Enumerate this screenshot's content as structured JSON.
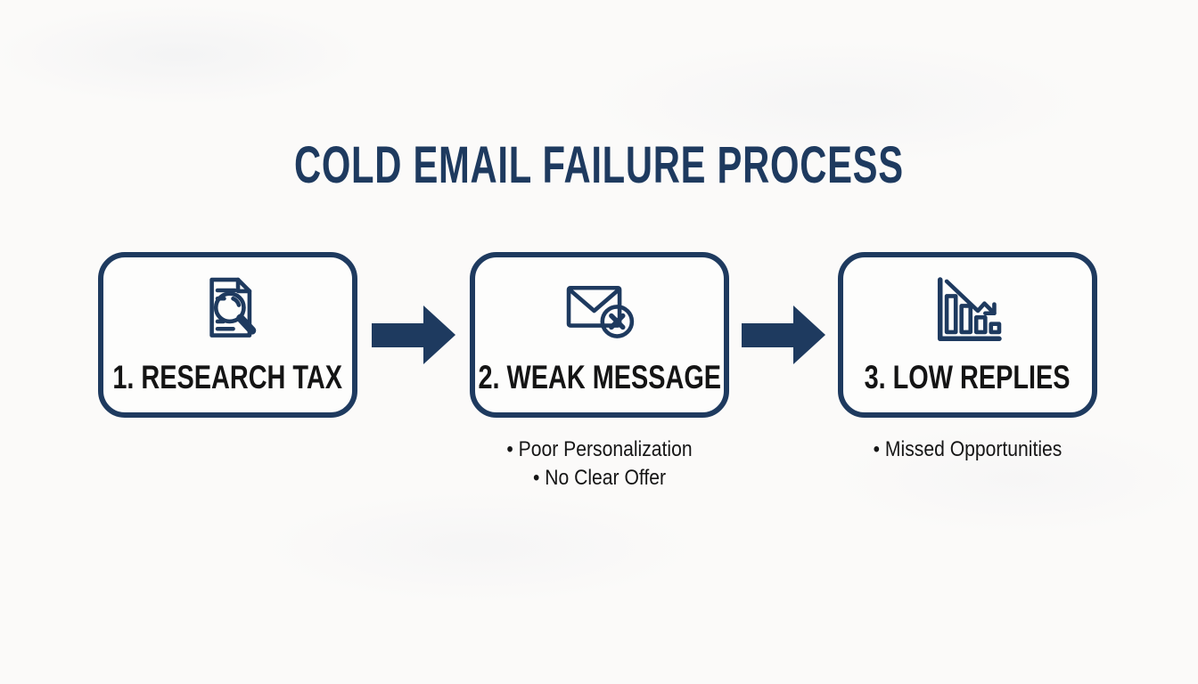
{
  "page": {
    "title": "COLD EMAIL FAILURE PROCESS"
  },
  "colors": {
    "navy": "#1e3a5f",
    "label_ink": "#141414",
    "background": "#fbfaf9",
    "box_fill": "#fdfdfc"
  },
  "steps": [
    {
      "label": "1. RESEARCH TAX",
      "icon": "document-magnifier-icon",
      "bullets": []
    },
    {
      "label": "2. WEAK MESSAGE",
      "icon": "email-error-icon",
      "bullets": [
        "Poor Personalization",
        "No Clear Offer"
      ]
    },
    {
      "label": "3. LOW REPLIES",
      "icon": "declining-chart-icon",
      "bullets": [
        "Missed Opportunities"
      ]
    }
  ],
  "connectors": [
    {
      "from": "1. RESEARCH TAX",
      "to": "2. WEAK MESSAGE",
      "icon": "right-arrow-icon"
    },
    {
      "from": "2. WEAK MESSAGE",
      "to": "3. LOW REPLIES",
      "icon": "right-arrow-icon"
    }
  ]
}
